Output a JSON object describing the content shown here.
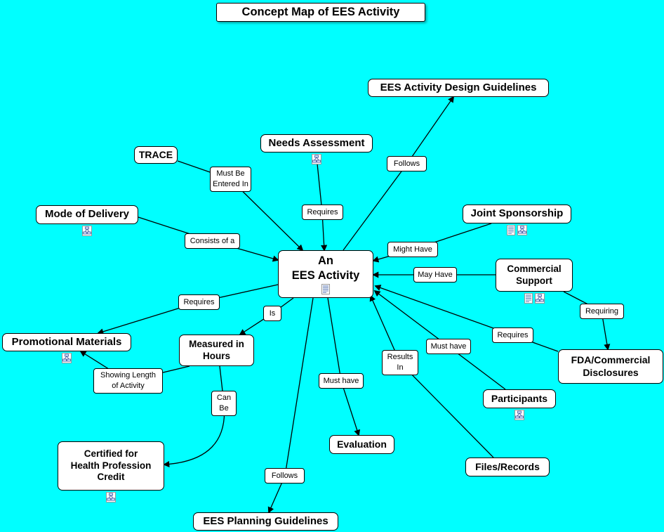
{
  "colors": {
    "background": "#00ffff",
    "node_fill": "#ffffff",
    "node_border": "#000000",
    "line": "#000000"
  },
  "title": "Concept Map of EES Activity",
  "nodes": {
    "central": {
      "label": "An\nEES Activity",
      "icons": [
        "text-document-icon"
      ]
    },
    "trace": {
      "label": "TRACE",
      "icons": []
    },
    "needs_assessment": {
      "label": "Needs Assessment",
      "icons": [
        "concept-map-icon"
      ]
    },
    "design_guidelines": {
      "label": "EES Activity Design Guidelines",
      "icons": []
    },
    "mode_of_delivery": {
      "label": "Mode of Delivery",
      "icons": [
        "concept-map-icon"
      ]
    },
    "joint_sponsorship": {
      "label": "Joint Sponsorship",
      "icons": [
        "text-document-icon",
        "concept-map-icon"
      ]
    },
    "commercial_support": {
      "label": "Commercial\nSupport",
      "icons": [
        "text-document-icon",
        "concept-map-icon"
      ]
    },
    "fda_disclosures": {
      "label": "FDA/Commercial\nDisclosures",
      "icons": []
    },
    "promotional_materials": {
      "label": "Promotional Materials",
      "icons": [
        "concept-map-icon"
      ]
    },
    "measured_in_hours": {
      "label": "Measured in\nHours",
      "icons": []
    },
    "participants": {
      "label": "Participants",
      "icons": [
        "concept-map-icon"
      ]
    },
    "evaluation": {
      "label": "Evaluation",
      "icons": []
    },
    "certified_credit": {
      "label": "Certified for\nHealth Profession\nCredit",
      "icons": [
        "concept-map-icon"
      ]
    },
    "files_records": {
      "label": "Files/Records",
      "icons": []
    },
    "planning_guidelines": {
      "label": "EES Planning Guidelines",
      "icons": []
    }
  },
  "links": {
    "must_be_entered_in": "Must Be\nEntered In",
    "requires_needs": "Requires",
    "follows_design": "Follows",
    "consists_of_a": "Consists of a",
    "might_have": "Might Have",
    "may_have": "May Have",
    "requiring": "Requiring",
    "requires_promotional": "Requires",
    "is": "Is",
    "requires_fda": "Requires",
    "must_have_participants": "Must have",
    "results_in": "Results\nIn",
    "showing_length": "Showing Length\nof Activity",
    "must_have_evaluation": "Must have",
    "can_be": "Can\nBe",
    "follows_planning": "Follows"
  }
}
